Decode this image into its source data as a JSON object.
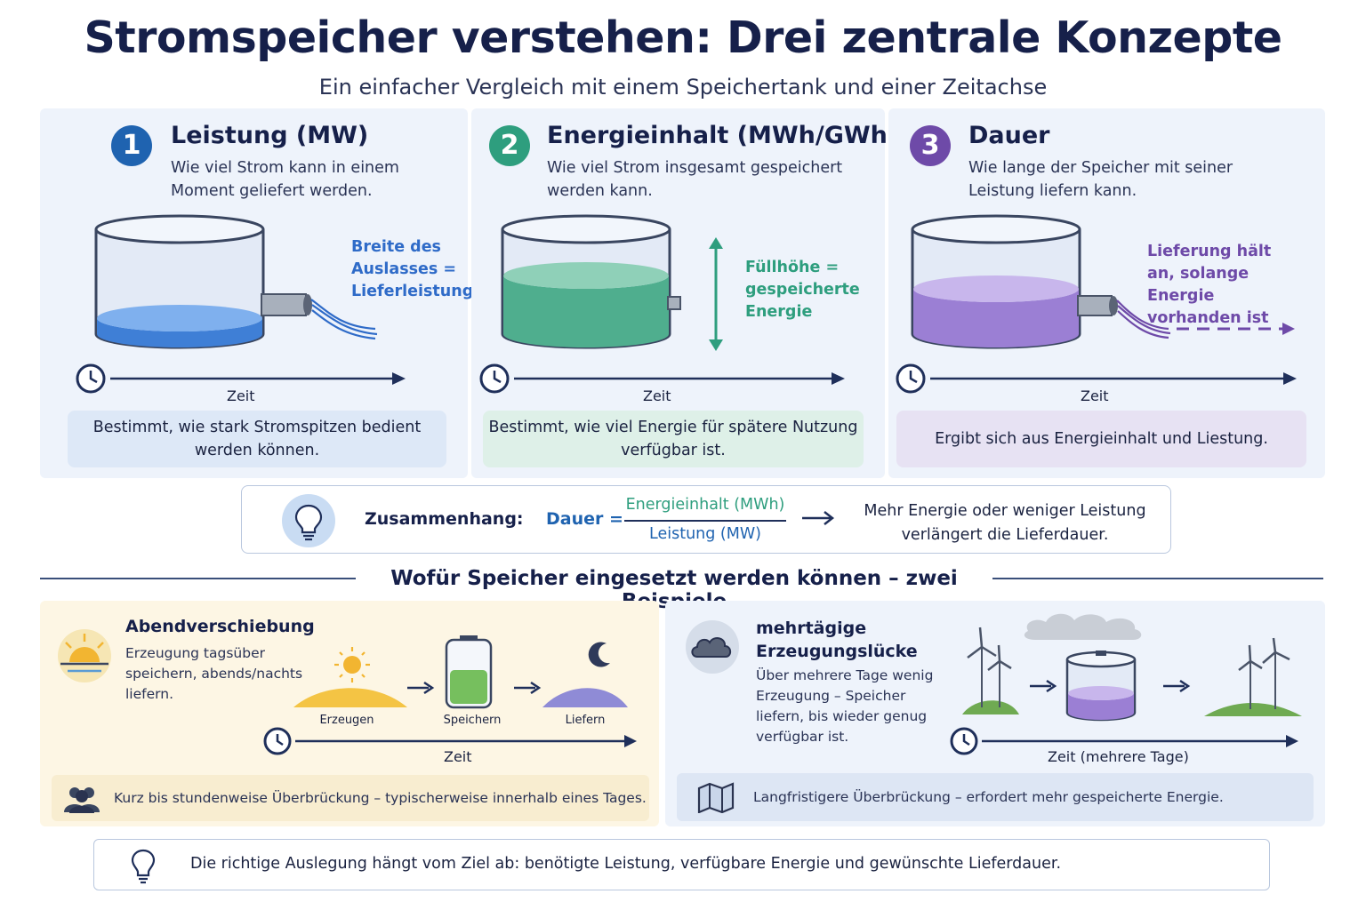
{
  "title": "Stromspeicher verstehen: Drei zentrale Konzepte",
  "subtitle": "Ein einfacher Vergleich mit einem Speichertank und einer Zeitachse",
  "colors": {
    "blue": "#1f63b0",
    "green": "#2e9e7e",
    "purple": "#6e4aa8",
    "navy": "#16204a"
  },
  "concepts": [
    {
      "number": "1",
      "title": "Leistung (MW)",
      "description": "Wie viel Strom kann in einem Moment geliefert werden.",
      "annotation": "Breite des Auslasses = Lieferleistung",
      "axis_label": "Zeit",
      "summary": "Bestimmt, wie stark Stromspitzen bedient werden können.",
      "fill_level": 0.25
    },
    {
      "number": "2",
      "title": "Energieinhalt (MWh/GWh)",
      "description": "Wie viel Strom insgesamt gespeichert werden kann.",
      "annotation": "Füllhöhe = gespeicherte Energie",
      "axis_label": "Zeit",
      "summary": "Bestimmt, wie viel Energie für spätere Nutzung verfügbar ist.",
      "fill_level": 0.65
    },
    {
      "number": "3",
      "title": "Dauer",
      "description": "Wie lange der Speicher mit seiner Leistung liefern kann.",
      "annotation": "Lieferung hält an, solange Energie vorhanden ist",
      "axis_label": "Zeit",
      "summary": "Ergibt sich aus Energieinhalt und Liestung.",
      "fill_level": 0.55
    }
  ],
  "relation": {
    "label": "Zusammenhang:",
    "lhs": "Dauer =",
    "numerator": "Energieinhalt (MWh)",
    "denominator": "Leistung (MW)",
    "conclusion": "Mehr Energie oder weniger Leistung verlängert die Lieferdauer."
  },
  "examples_title": "Wofür Speicher eingesetzt werden können – zwei Beispiele",
  "example1": {
    "title": "Abendverschiebung",
    "description": "Erzeugung tagsüber speichern, abends/nachts liefern.",
    "steps": [
      "Erzeugen",
      "Speichern",
      "Liefern"
    ],
    "axis_label": "Zeit",
    "footer": "Kurz bis stundenweise Überbrückung – typischerweise innerhalb eines Tages."
  },
  "example2": {
    "title": "mehrtägige Erzeugungslücke",
    "description": "Über mehrere Tage wenig Erzeugung – Speicher liefern, bis wieder genug verfügbar ist.",
    "axis_label": "Zeit (mehrere Tage)",
    "footer": "Langfristigere Überbrückung – erfordert mehr gespeicherte Energie."
  },
  "footer": "Die richtige Auslegung hängt vom Ziel ab: benötigte Leistung, verfügbare Energie und gewünschte Lieferdauer."
}
